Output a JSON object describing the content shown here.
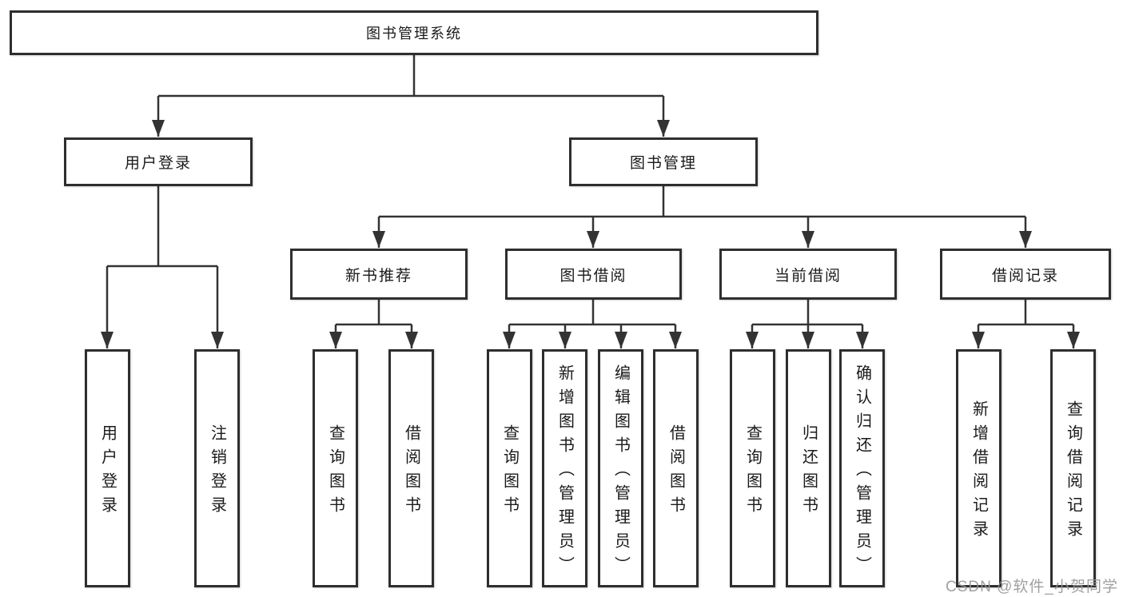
{
  "diagram": {
    "root": {
      "label": "图书管理系统"
    },
    "branches": [
      {
        "label": "用户登录",
        "children": [
          {
            "label": "用户登录"
          },
          {
            "label": "注销登录"
          }
        ]
      },
      {
        "label": "图书管理",
        "groups": [
          {
            "label": "新书推荐",
            "children": [
              {
                "label": "查询图书"
              },
              {
                "label": "借阅图书"
              }
            ]
          },
          {
            "label": "图书借阅",
            "children": [
              {
                "label": "查询图书"
              },
              {
                "label": "新增图书（管理员）"
              },
              {
                "label": "编辑图书（管理员）"
              },
              {
                "label": "借阅图书"
              }
            ]
          },
          {
            "label": "当前借阅",
            "children": [
              {
                "label": "查询图书"
              },
              {
                "label": "归还图书"
              },
              {
                "label": "确认归还（管理员）"
              }
            ]
          },
          {
            "label": "借阅记录",
            "children": [
              {
                "label": "新增借阅记录"
              },
              {
                "label": "查询借阅记录"
              }
            ]
          }
        ]
      }
    ]
  },
  "watermark": {
    "text": "CSDN @软件_小贺同学"
  },
  "colors": {
    "line": "#333333",
    "box_border": "#2e2e2e",
    "text": "#1a1a1a",
    "background": "#ffffff",
    "watermark": "#969696"
  }
}
